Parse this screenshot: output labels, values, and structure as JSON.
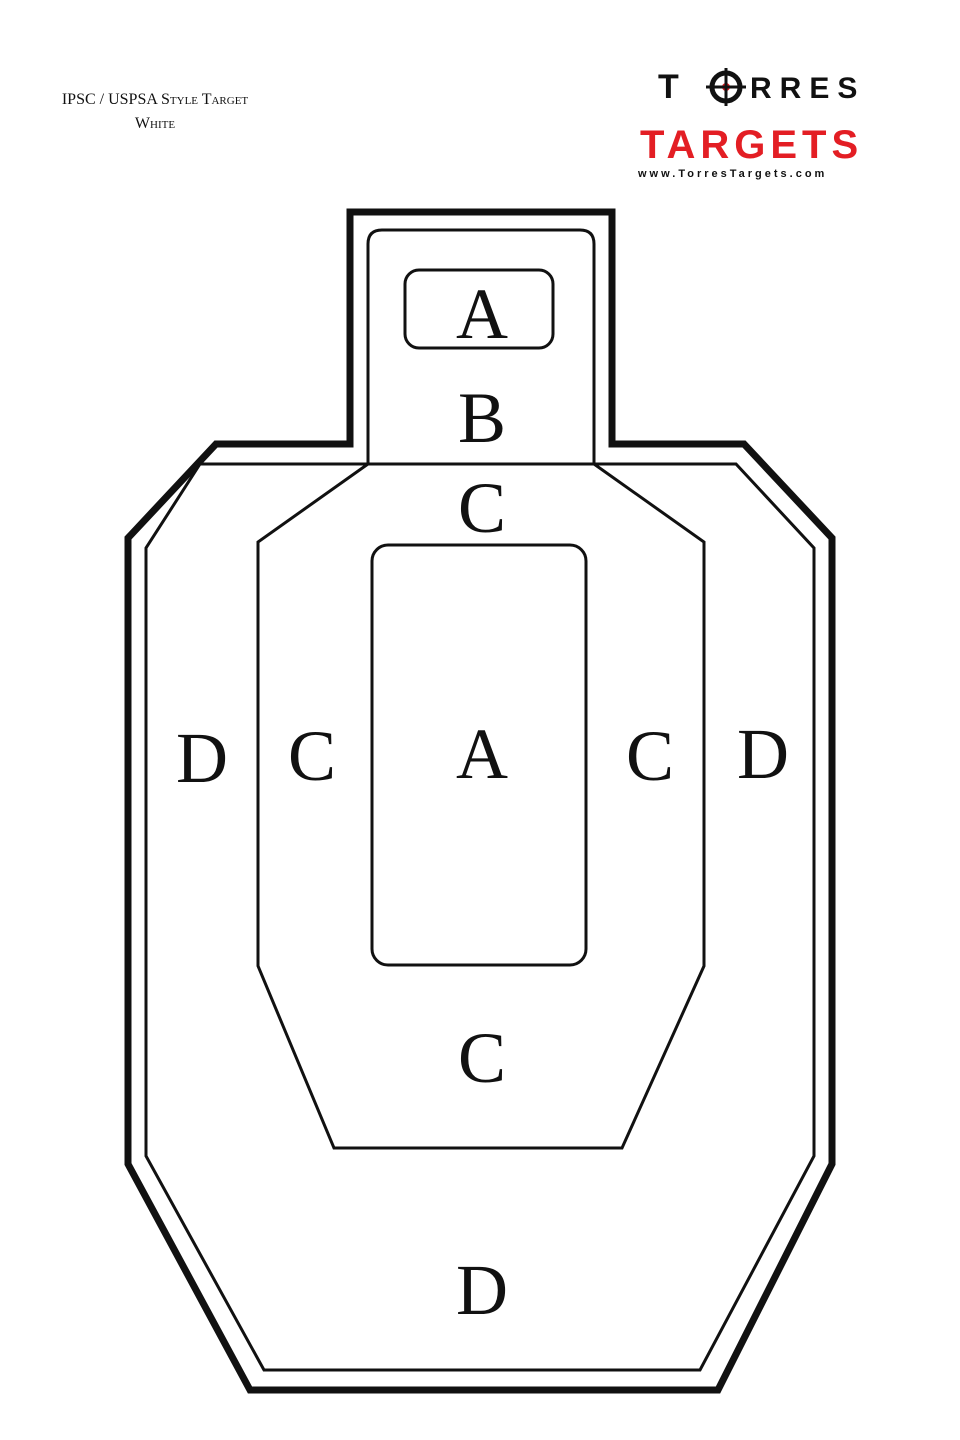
{
  "header": {
    "title_line1": "IPSC / USPSA Style Target",
    "title_line2": "White"
  },
  "logo": {
    "brand_word1": "TORRES",
    "brand_word2": "TARGETS",
    "website": "www.TorresTargets.com",
    "brand_color": "#e31e24",
    "dark_color": "#111111",
    "crosshair_icon": "crosshair-icon"
  },
  "zones": {
    "head_a": "A",
    "head_b": "B",
    "neck_c": "C",
    "body_a": "A",
    "left_c": "C",
    "right_c": "C",
    "bottom_c": "C",
    "left_d": "D",
    "right_d": "D",
    "bottom_d": "D"
  }
}
